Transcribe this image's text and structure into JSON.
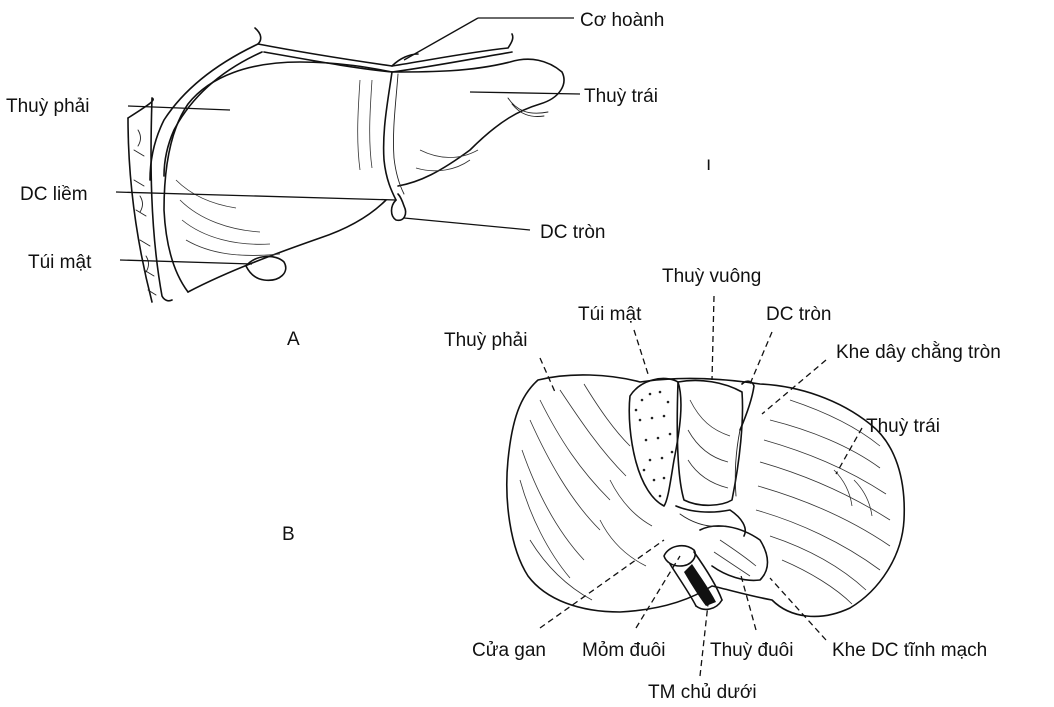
{
  "figure_a": {
    "panel_label": "A",
    "labels": {
      "diaphragm": "Cơ hoành",
      "right_lobe": "Thuỳ phải",
      "left_lobe": "Thuỳ trái",
      "falciform_ligament": "DC liềm",
      "round_ligament": "DC tròn",
      "gallbladder": "Túi mật"
    }
  },
  "figure_b": {
    "panel_label": "B",
    "labels": {
      "quadrate_lobe": "Thuỳ vuông",
      "gallbladder": "Túi mật",
      "round_ligament": "DC tròn",
      "right_lobe": "Thuỳ phải",
      "round_ligament_fissure": "Khe dây chằng tròn",
      "left_lobe": "Thuỳ trái",
      "porta_hepatis": "Cửa gan",
      "caudate_process": "Mỏm đuôi",
      "caudate_lobe": "Thuỳ đuôi",
      "ligamentum_venosum_fissure": "Khe DC tĩnh mạch",
      "inferior_vena_cava": "TM chủ dưới"
    }
  },
  "stray_mark": "ı"
}
